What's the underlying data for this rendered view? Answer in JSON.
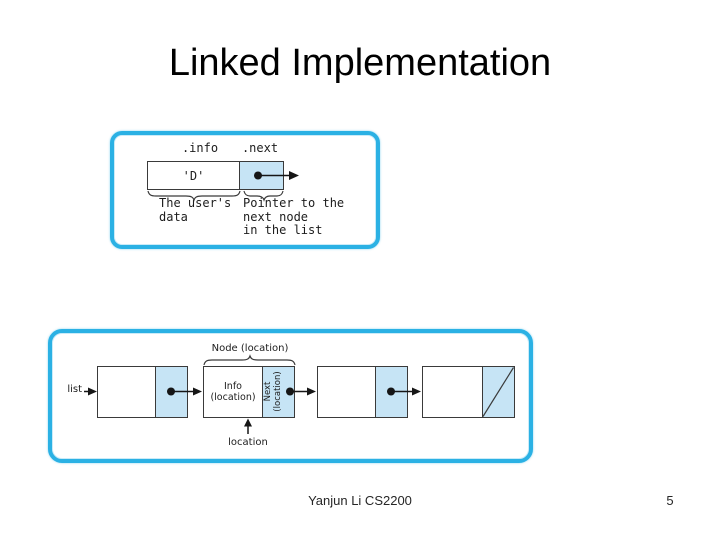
{
  "slide": {
    "title": "Linked Implementation",
    "footer": "Yanjun Li CS2200",
    "page_number": "5"
  },
  "figure1": {
    "info_label": ".info",
    "next_label": ".next",
    "data_value": "'D'",
    "data_caption": [
      "The user's",
      "data"
    ],
    "pointer_caption": [
      "Pointer to the",
      "next node",
      "in the list"
    ]
  },
  "figure2": {
    "node_label": "Node (location)",
    "info_cell": [
      "Info",
      "(location)"
    ],
    "next_cell": [
      "Next",
      "(location)"
    ],
    "list_label": "list",
    "location_label": "location"
  },
  "colors": {
    "frame_border": "#2BB1E4",
    "cell_fill": "#C6E4F5",
    "line": "#2A2A2A"
  }
}
